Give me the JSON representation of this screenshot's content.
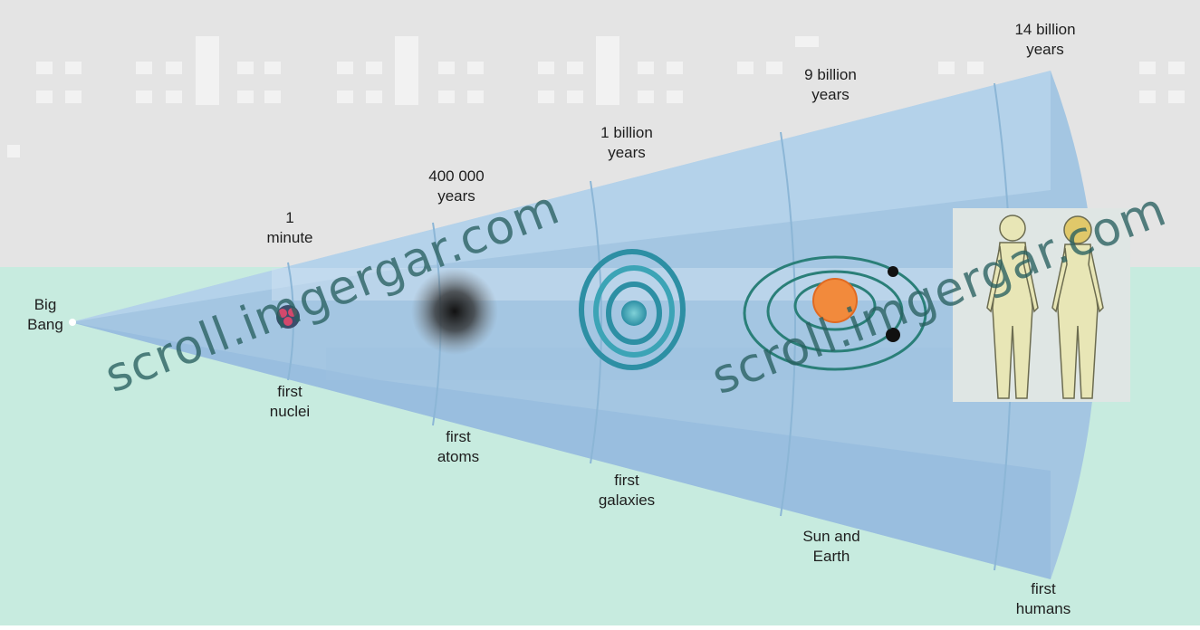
{
  "colors": {
    "page_top": "#e4e4e4",
    "page_bottom": "#c7ebdf",
    "cone_fill": "#a4c6e2",
    "cone_light": "#bdd8ee",
    "galaxy": "#2d8fa4",
    "orbit": "#2a7f78",
    "sun": "#f28a3c",
    "watermark": "#2f6f6f"
  },
  "watermark": "scroll.imgergar.com",
  "stages": [
    {
      "time_line1": "",
      "time_line2": "",
      "event_line1": "Big",
      "event_line2": "Bang",
      "icon": "big-bang-point"
    },
    {
      "time_line1": "1",
      "time_line2": "minute",
      "event_line1": "first",
      "event_line2": "nuclei",
      "icon": "nucleus-icon"
    },
    {
      "time_line1": "400 000",
      "time_line2": "years",
      "event_line1": "first",
      "event_line2": "atoms",
      "icon": "atom-cloud-icon"
    },
    {
      "time_line1": "1 billion",
      "time_line2": "years",
      "event_line1": "first",
      "event_line2": "galaxies",
      "icon": "spiral-galaxy-icon"
    },
    {
      "time_line1": "9 billion",
      "time_line2": "years",
      "event_line1": "Sun and",
      "event_line2": "Earth",
      "icon": "solar-system-icon"
    },
    {
      "time_line1": "14 billion",
      "time_line2": "years",
      "event_line1": "first",
      "event_line2": "humans",
      "icon": "humans-icon"
    }
  ]
}
